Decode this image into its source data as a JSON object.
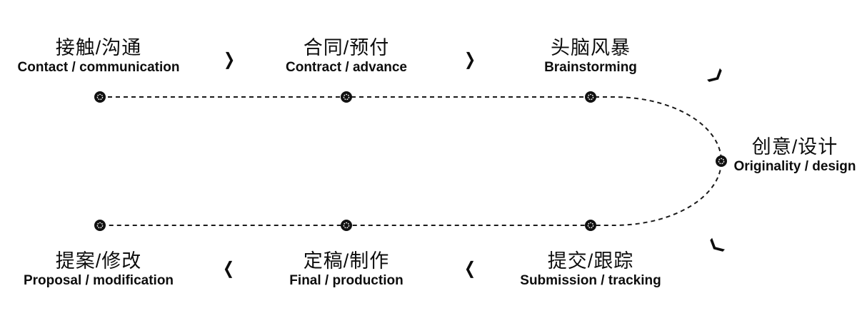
{
  "diagram": {
    "title_semantic": "design-process-flow",
    "line_color": "#1a1a1a",
    "dot_color": "#111111",
    "dot_ring_color": "#f5f5f5",
    "background": "#ffffff",
    "steps": [
      {
        "id": "contact",
        "zh": "接触/沟通",
        "en": "Contact / communication"
      },
      {
        "id": "contract",
        "zh": "合同/预付",
        "en": "Contract / advance"
      },
      {
        "id": "brainstorming",
        "zh": "头脑风暴",
        "en": "Brainstorming"
      },
      {
        "id": "originality",
        "zh": "创意/设计",
        "en": "Originality / design"
      },
      {
        "id": "submission",
        "zh": "提交/跟踪",
        "en": "Submission / tracking"
      },
      {
        "id": "final",
        "zh": "定稿/制作",
        "en": "Final / production"
      },
      {
        "id": "proposal",
        "zh": "提案/修改",
        "en": "Proposal / modification"
      }
    ],
    "arrows": {
      "right": "❯",
      "left": "❮"
    }
  }
}
